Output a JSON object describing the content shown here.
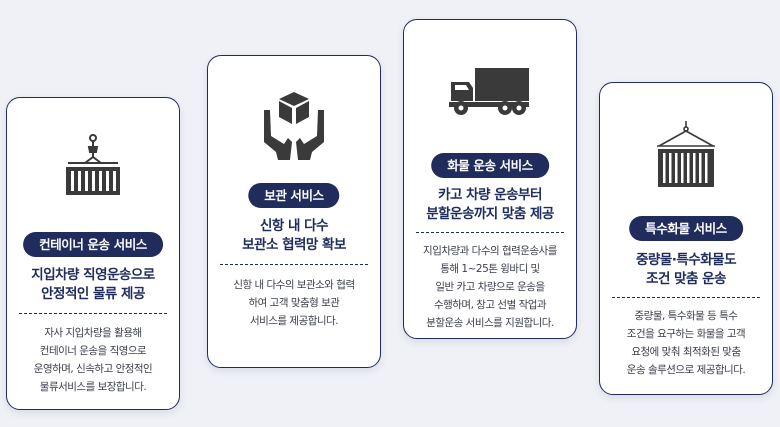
{
  "cards": [
    {
      "icon": "cargo-container-icon",
      "title": "컨테이너 운송 서비스",
      "headline": [
        "지입차량 직영운송으로",
        "안정적인 물류 제공"
      ],
      "description": [
        "자사 지입차량을 활용해",
        "컨테이너 운송을 직영으로",
        "운영하며, 신속하고 안정적인",
        "물류서비스를 보장합니다."
      ]
    },
    {
      "icon": "hands-holding-box-icon",
      "title": "보관 서비스",
      "headline": [
        "신항 내 다수",
        "보관소 협력망 확보"
      ],
      "description": [
        "신항 내 다수의 보관소와 협력",
        "하여 고객 맞춤형 보관",
        "서비스를 제공합니다."
      ]
    },
    {
      "icon": "delivery-truck-icon",
      "title": "화물 운송 서비스",
      "headline": [
        "카고 차량 운송부터",
        "분할운송까지 맞춤 제공"
      ],
      "description": [
        "지입차량과 다수의 협력운송사를",
        "통해 1~25톤 윙바디 및",
        "일반 카고 차량으로 운송을",
        "수행하며, 창고 선별 작업과",
        "분할운송 서비스를 지원합니다."
      ]
    },
    {
      "icon": "hanging-container-icon",
      "title": "특수화물 서비스",
      "headline": [
        "중량물·특수화물도",
        "조건 맞춤 운송"
      ],
      "description": [
        "중량물, 특수화물 등 특수",
        "조건을 요구하는 화물을 고객",
        "요청에 맞춰 최적화된 맞춤",
        "운송 솔루션으로 제공합니다."
      ]
    }
  ],
  "colors": {
    "navy": "#1f2c5c",
    "icon": "#3a3a3a",
    "background": "#eff1f6"
  }
}
